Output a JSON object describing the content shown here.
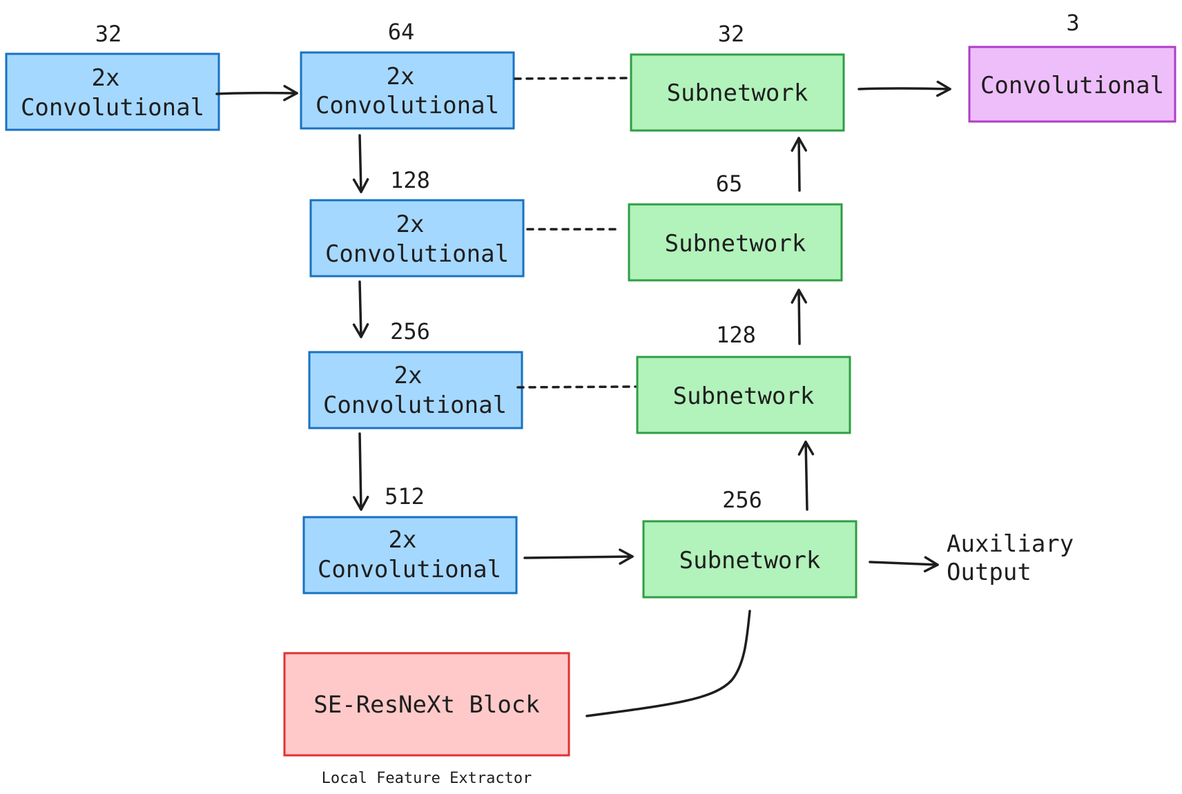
{
  "diagram": {
    "encoder_blocks": [
      {
        "channels": "32",
        "line1": "2x",
        "line2": "Convolutional"
      },
      {
        "channels": "64",
        "line1": "2x",
        "line2": "Convolutional"
      },
      {
        "channels": "128",
        "line1": "2x",
        "line2": "Convolutional"
      },
      {
        "channels": "256",
        "line1": "2x",
        "line2": "Convolutional"
      },
      {
        "channels": "512",
        "line1": "2x",
        "line2": "Convolutional"
      }
    ],
    "decoder_blocks": [
      {
        "channels": "32",
        "label": "Subnetwork"
      },
      {
        "channels": "65",
        "label": "Subnetwork"
      },
      {
        "channels": "128",
        "label": "Subnetwork"
      },
      {
        "channels": "256",
        "label": "Subnetwork"
      }
    ],
    "output_block": {
      "channels": "3",
      "label": "Convolutional"
    },
    "auxiliary_output": {
      "line1": "Auxiliary",
      "line2": "Output"
    },
    "feature_block": {
      "label": "SE-ResNeXt Block",
      "caption": "Local Feature Extractor"
    },
    "colors": {
      "encoder_fill": "#a5d8ff",
      "encoder_stroke": "#1971c2",
      "decoder_fill": "#b2f2bb",
      "decoder_stroke": "#2f9e44",
      "output_fill": "#eebefa",
      "output_stroke": "#ae3ec9",
      "feature_fill": "#ffc9c9",
      "feature_stroke": "#e03131",
      "line": "#1e1e1e"
    }
  }
}
